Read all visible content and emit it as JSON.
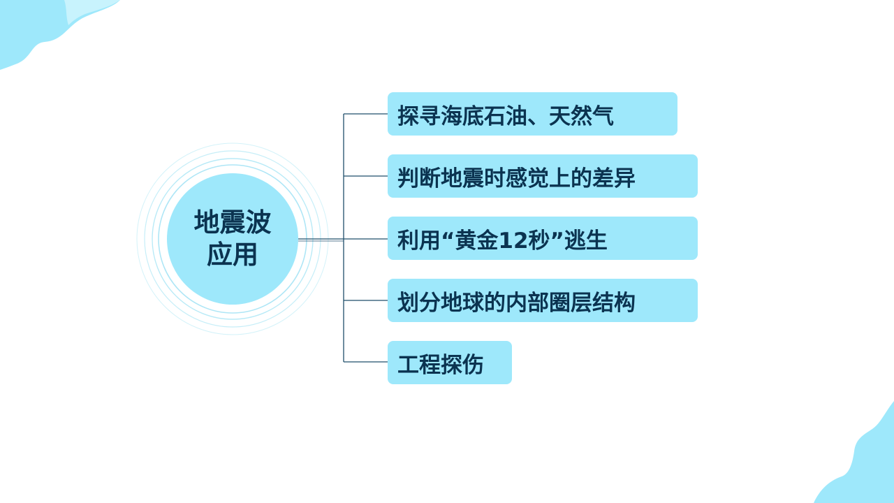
{
  "center": {
    "line1": "地震波",
    "line2": "应用"
  },
  "items": [
    {
      "label": "探寻海底石油、天然气"
    },
    {
      "label": "判断地震时感觉上的差异"
    },
    {
      "label": "利用“黄金12秒”逃生"
    },
    {
      "label": "划分地球的内部圈层结构"
    },
    {
      "label": "工程探伤"
    }
  ],
  "colors": {
    "box_fill": "#9ee8fb",
    "text": "#0b3350",
    "connector": "#1f4e6b",
    "decoration": "#9ee8fb",
    "rings": "#bfeef8"
  }
}
